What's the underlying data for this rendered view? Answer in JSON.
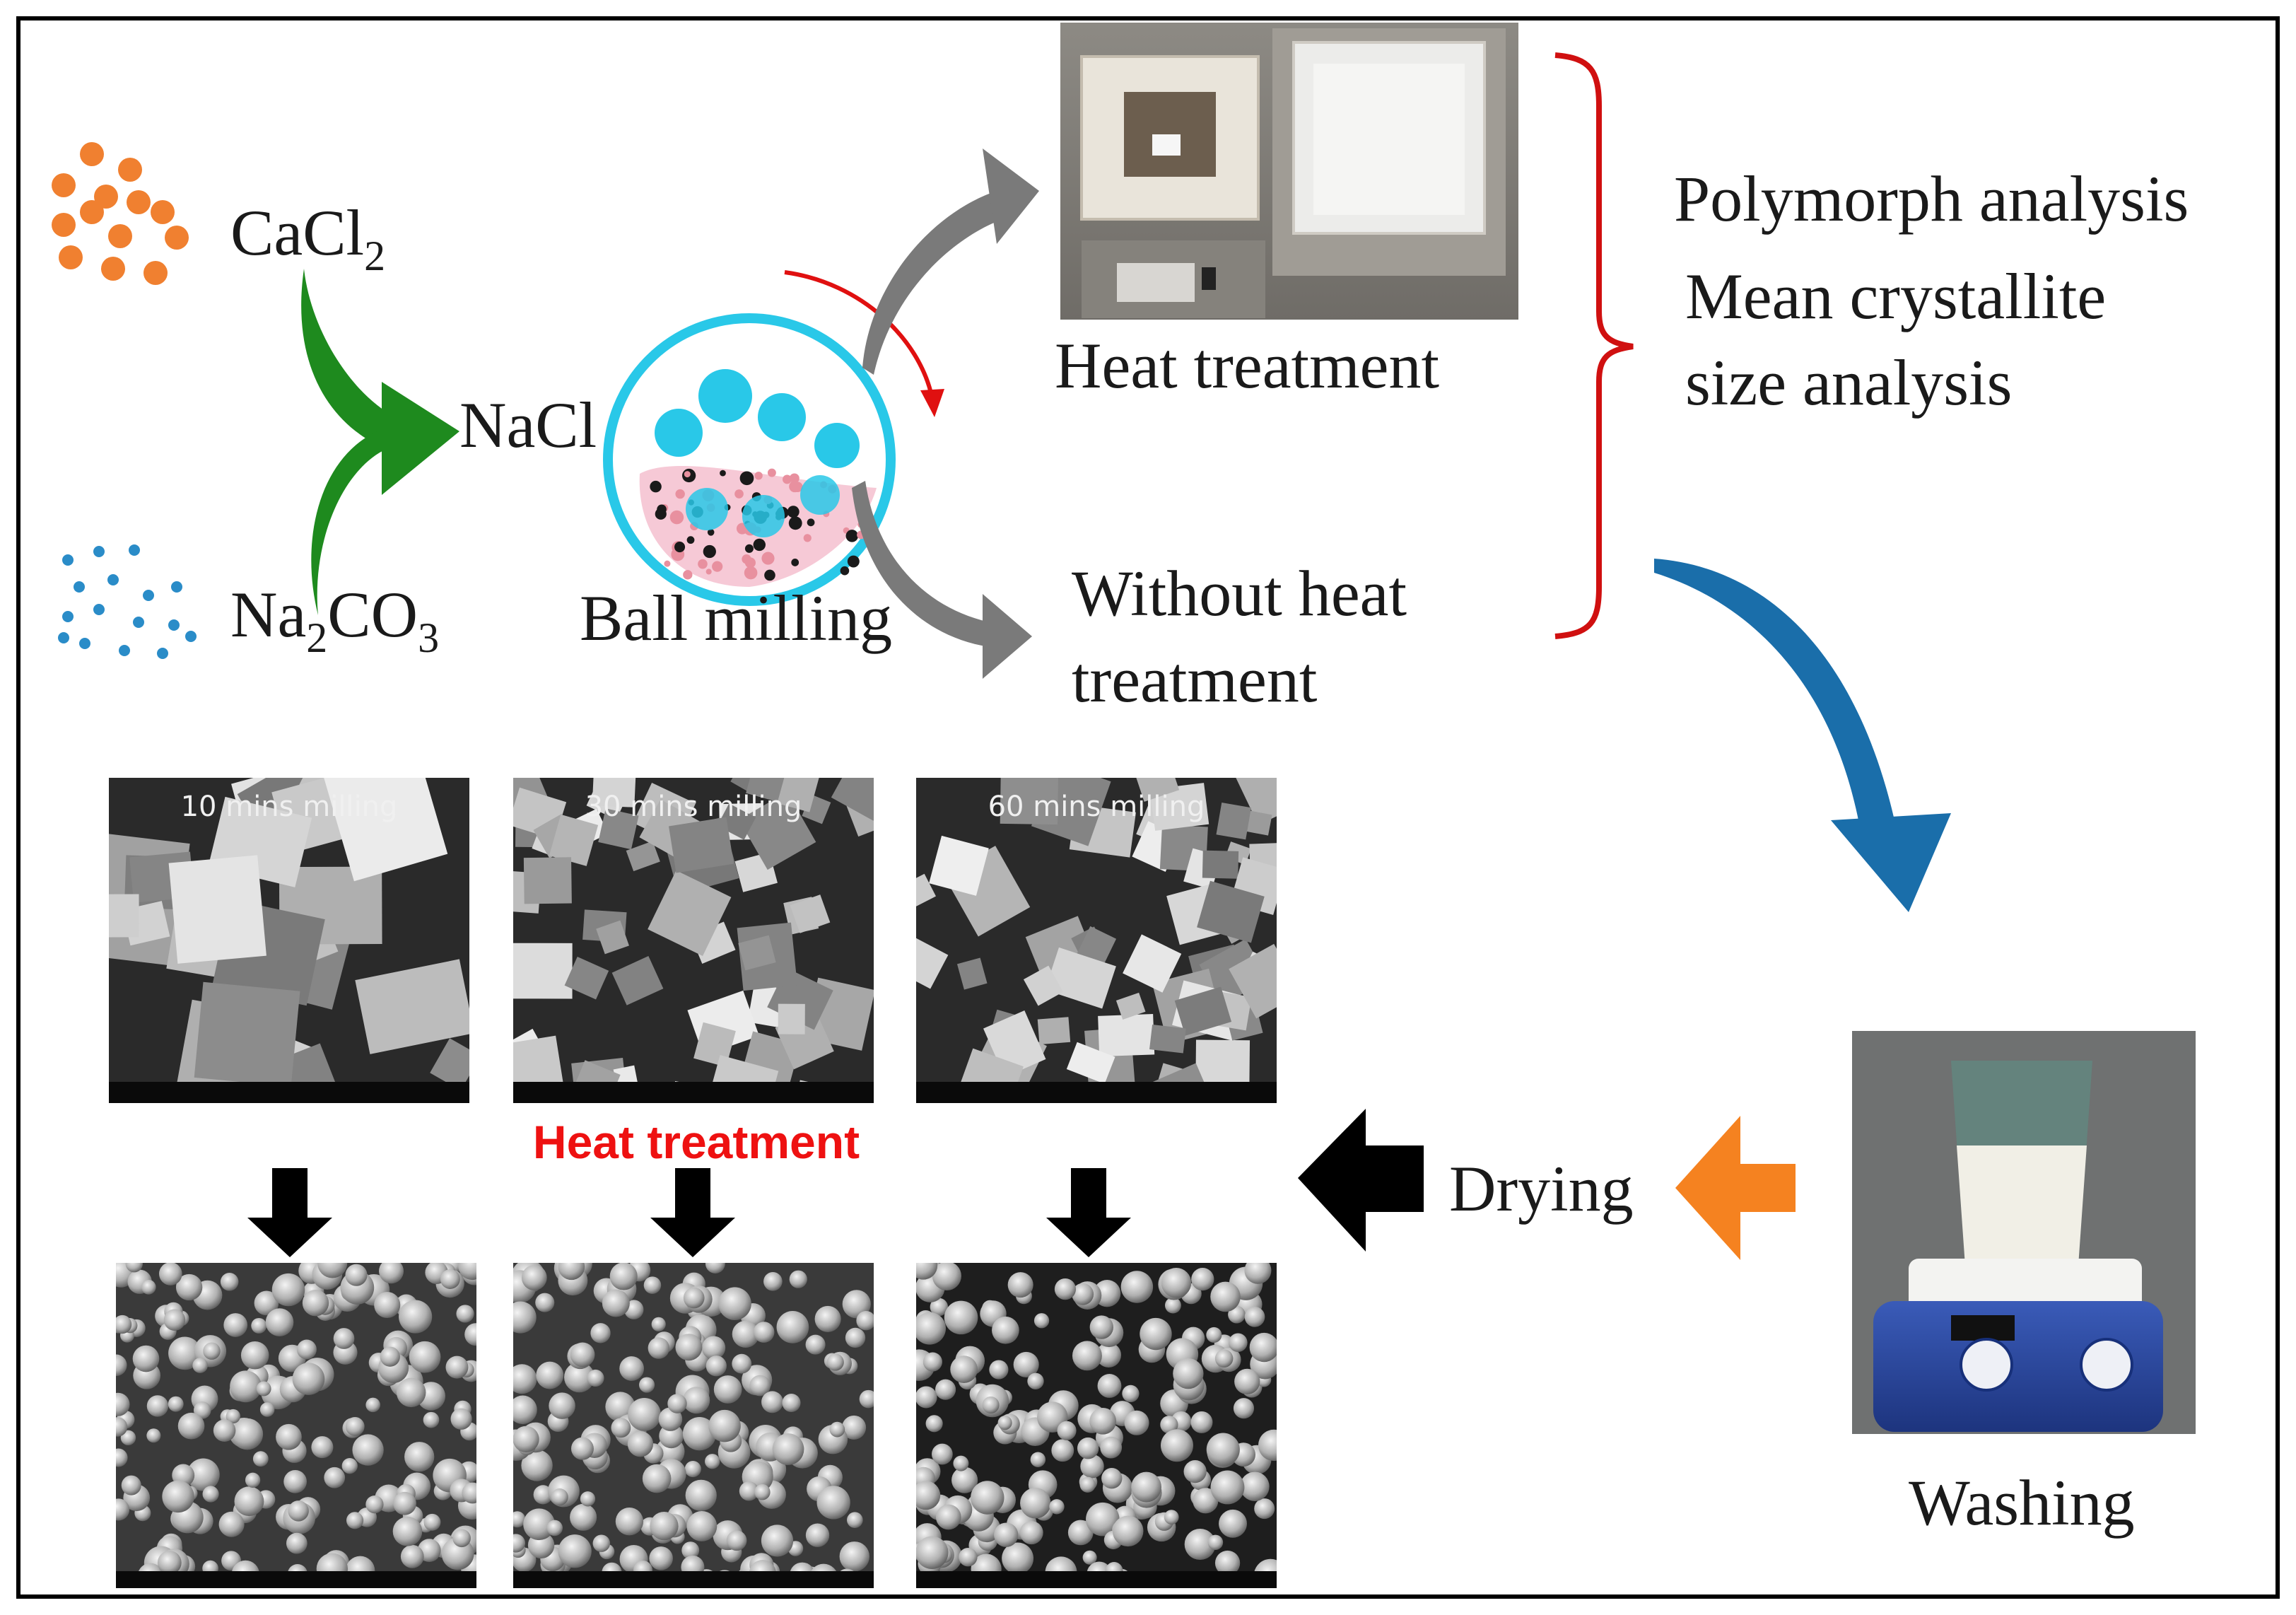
{
  "reactants": {
    "cacl2": {
      "base": "CaCl",
      "sub": "2"
    },
    "na2co3": {
      "base1": "Na",
      "sub1": "2",
      "base2": "CO",
      "sub2": "3"
    }
  },
  "product": "NaCl",
  "process": {
    "ball_milling": "Ball milling",
    "heat_treatment": "Heat treatment",
    "without_heat_line1": "Without heat",
    "without_heat_line2": "treatment"
  },
  "analysis": {
    "line1": "Polymorph analysis",
    "line2": "Mean crystallite",
    "line3": "size analysis"
  },
  "steps": {
    "washing": "Washing",
    "drying": "Drying"
  },
  "sem": {
    "top_labels": [
      "10 mins milling",
      "30 mins milling",
      "60 mins milling"
    ],
    "heat_treatment_label": "Heat treatment"
  },
  "colors": {
    "cacl2_particles": "#f08030",
    "na2co3_particles": "#2a8cc8",
    "green_arrow": "#1e8a1e",
    "gray_arrow": "#7a7a7a",
    "mill_ring": "#29c8e8",
    "bracket": "#d01010",
    "blue_arrow": "#1a6eaa",
    "orange_arrow": "#f58220",
    "black_arrow": "#000000",
    "heat_text": "#ee1111"
  }
}
